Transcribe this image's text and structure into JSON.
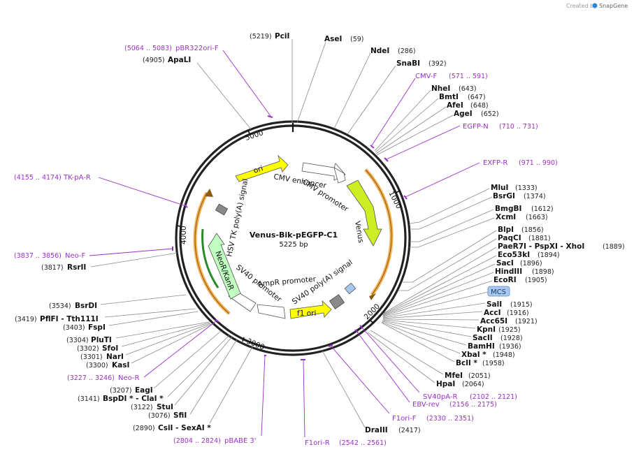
{
  "watermark": {
    "created_by": "Created by",
    "brand": "SnapGene"
  },
  "plasmid": {
    "name": "Venus-Bik-pEGFP-C1",
    "length": "5225 bp"
  },
  "colors": {
    "primer": "#9b30c8",
    "feature_yellow": "#ffff00",
    "venus_green": "#ccee22",
    "neo_green": "#bfffbf",
    "orf_orange": "#f0a030",
    "backbone": "#222222",
    "mcs_box": "#a8c8f0"
  },
  "ticks": [
    "1000",
    "2000",
    "3000",
    "4000",
    "5000"
  ],
  "sites_top": [
    {
      "name": "PciI",
      "pos": "(5219)"
    },
    {
      "name": "AseI",
      "pos": "(59)"
    },
    {
      "name": "NdeI",
      "pos": "(286)"
    },
    {
      "name": "SnaBI",
      "pos": "(392)"
    },
    {
      "name": "ApaLI",
      "pos": "(4905)"
    }
  ],
  "sites_right": [
    {
      "name": "NheI",
      "pos": "(643)"
    },
    {
      "name": "BmtI",
      "pos": "(647)"
    },
    {
      "name": "AfeI",
      "pos": "(648)"
    },
    {
      "name": "AgeI",
      "pos": "(652)"
    },
    {
      "name": "MluI",
      "pos": "(1333)"
    },
    {
      "name": "BsrGI",
      "pos": "(1374)"
    },
    {
      "name": "BmgBI",
      "pos": "(1612)"
    },
    {
      "name": "XcmI",
      "pos": "(1663)"
    },
    {
      "name": "BlpI",
      "pos": "(1856)"
    },
    {
      "name": "PaqCI",
      "pos": "(1881)"
    },
    {
      "name": "PaeR7I - PspXI - XhoI",
      "pos": "(1889)"
    },
    {
      "name": "Eco53kI",
      "pos": "(1894)"
    },
    {
      "name": "SacI",
      "pos": "(1896)"
    },
    {
      "name": "HindIII",
      "pos": "(1898)"
    },
    {
      "name": "EcoRI",
      "pos": "(1905)"
    },
    {
      "name": "SalI",
      "pos": "(1915)"
    },
    {
      "name": "AccI",
      "pos": "(1916)"
    },
    {
      "name": "Acc65I",
      "pos": "(1921)"
    },
    {
      "name": "KpnI",
      "pos": "(1925)"
    },
    {
      "name": "SacII",
      "pos": "(1928)"
    },
    {
      "name": "BamHI",
      "pos": "(1936)"
    },
    {
      "name": "XbaI *",
      "pos": "(1948)"
    },
    {
      "name": "BclI *",
      "pos": "(1958)"
    },
    {
      "name": "MfeI",
      "pos": "(2051)"
    },
    {
      "name": "HpaI",
      "pos": "(2064)"
    },
    {
      "name": "DraIII",
      "pos": "(2417)"
    }
  ],
  "sites_left": [
    {
      "name": "RsrII",
      "pos": "(3817)"
    },
    {
      "name": "BsrDI",
      "pos": "(3534)"
    },
    {
      "name": "PflFI - Tth111I",
      "pos": "(3419)"
    },
    {
      "name": "FspI",
      "pos": "(3403)"
    },
    {
      "name": "PluTI",
      "pos": "(3304)"
    },
    {
      "name": "SfoI",
      "pos": "(3302)"
    },
    {
      "name": "NarI",
      "pos": "(3301)"
    },
    {
      "name": "KasI",
      "pos": "(3300)"
    },
    {
      "name": "EagI",
      "pos": "(3207)"
    },
    {
      "name": "BspDI * - ClaI *",
      "pos": "(3141)"
    },
    {
      "name": "StuI",
      "pos": "(3122)"
    },
    {
      "name": "SfiI",
      "pos": "(3076)"
    },
    {
      "name": "CsiI - SexAI *",
      "pos": "(2890)"
    }
  ],
  "mcs_label": "MCS",
  "primers": [
    {
      "name": "pBR322ori-F",
      "range": "(5064 .. 5083)"
    },
    {
      "name": "CMV-F",
      "range": "(571 .. 591)"
    },
    {
      "name": "EGFP-N",
      "range": "(710 .. 731)"
    },
    {
      "name": "EXFP-R",
      "range": "(971 .. 990)"
    },
    {
      "name": "TK-pA-R",
      "range": "(4155 .. 4174)"
    },
    {
      "name": "Neo-F",
      "range": "(3837 .. 3856)"
    },
    {
      "name": "Neo-R",
      "range": "(3227 .. 3246)"
    },
    {
      "name": "pBABE 3'",
      "range": "(2804 .. 2824)"
    },
    {
      "name": "F1ori-R",
      "range": "(2542 .. 2561)"
    },
    {
      "name": "F1ori-F",
      "range": "(2330 .. 2351)"
    },
    {
      "name": "EBV-rev",
      "range": "(2156 .. 2175)"
    },
    {
      "name": "SV40pA-R",
      "range": "(2102 .. 2121)"
    }
  ],
  "features": {
    "ori": "ori",
    "cmv_enhancer": "CMV enhancer",
    "cmv_promoter": "CMV promoter",
    "venus": "Venus",
    "sv40_polya": "SV40 poly(A) signal",
    "f1_ori": "f1 ori",
    "ampr_promoter": "AmpR promoter",
    "sv40_promoter": "SV40 promoter",
    "neor": "NeoR/KanR",
    "hsv_tk_polya": "HSV TK poly(A) signal"
  }
}
